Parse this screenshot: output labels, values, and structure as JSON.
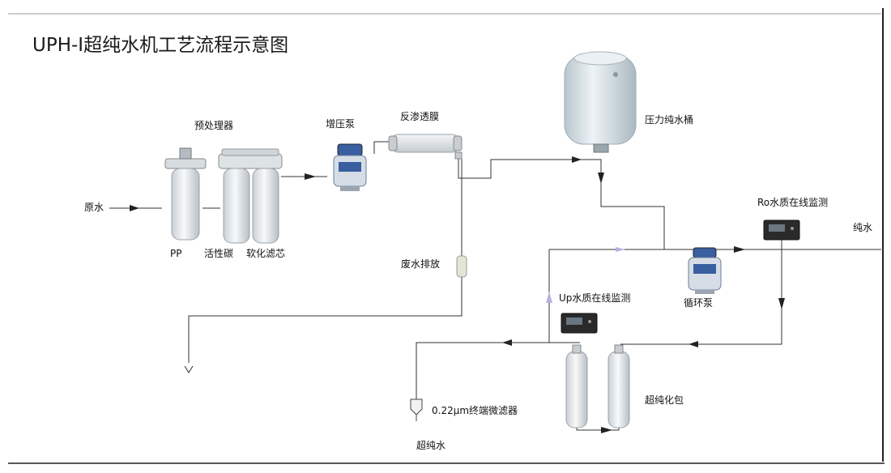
{
  "title": "UPH-I超纯水机工艺流程示意图",
  "labels": {
    "pretreatment": "预处理器",
    "raw_water": "原水",
    "pp": "PP",
    "activated_carbon": "活性碳",
    "softening_filter": "软化滤芯",
    "booster_pump": "增压泵",
    "ro_membrane": "反渗透膜",
    "pressure_tank": "压力纯水桶",
    "ro_monitor": "Ro水质在线监测",
    "pure_water": "纯水",
    "waste_drain": "废水排放",
    "up_monitor": "Up水质在线监测",
    "circulation_pump": "循环泵",
    "polishing_pack": "超纯化包",
    "terminal_filter": "0.22μm终端微滤器",
    "ultrapure_water": "超纯水"
  },
  "colors": {
    "line": "#333333",
    "flow_arrow": "#b8b0e0",
    "filter_body": "#e8ecef",
    "tank": "#dfe6ea",
    "pump_blue": "#3a5fa0",
    "monitor": "#2a2a2a"
  }
}
